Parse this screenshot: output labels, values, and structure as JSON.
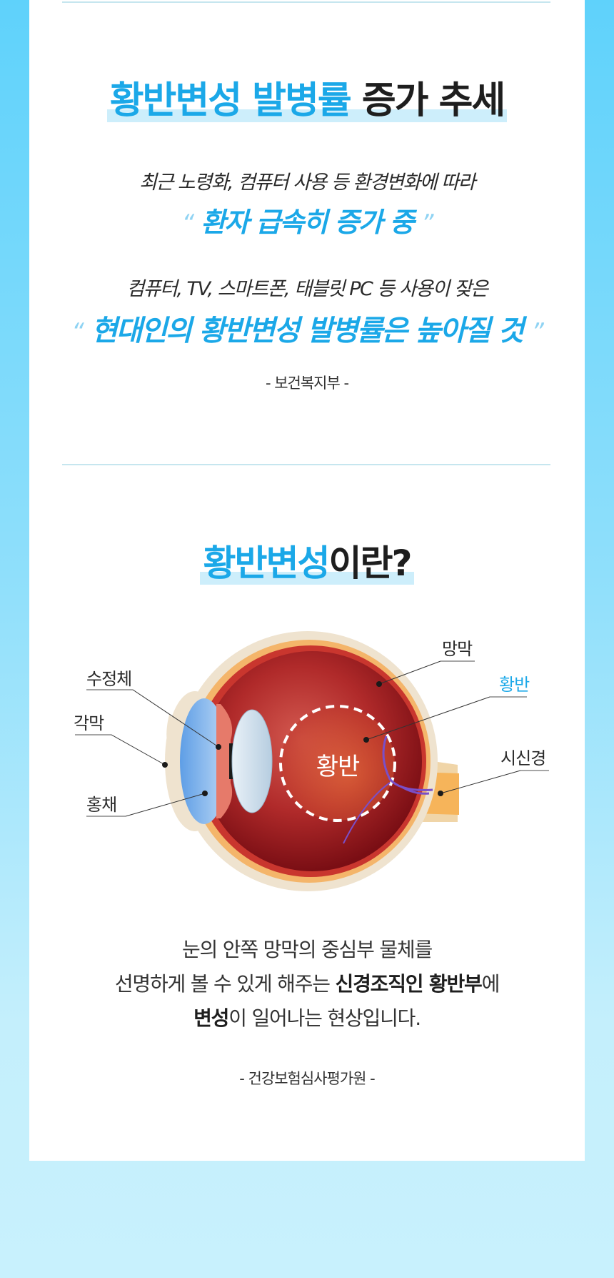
{
  "section1": {
    "title_blue": "황반변성 발병률",
    "title_dark": "증가 추세",
    "line1": "최근 노령화, 컴퓨터 사용 등 환경변화에 따라",
    "quote1": "환자 급속히 증가 중",
    "line2": "컴퓨터, TV, 스마트폰, 태블릿 PC 등 사용이 잦은",
    "quote2": "현대인의 황반변성 발병률은 높아질 것",
    "open_quote": "“",
    "close_quote": "”",
    "source": "- 보건복지부 -"
  },
  "section2": {
    "title_blue": "황반변성",
    "title_dark": "이란?",
    "diagram": {
      "center_label": "황반",
      "labels": {
        "aqueous": "수정체",
        "cornea": "각막",
        "iris": "홍채",
        "retina": "망막",
        "macula": "황반",
        "optic_nerve": "시신경"
      }
    },
    "desc_line1": "눈의 안쪽 망막의 중심부 물체를",
    "desc_line2_pre": "선명하게 볼 수 있게 해주는 ",
    "desc_line2_bold": "신경조직인 황반부",
    "desc_line2_post": "에",
    "desc_line3_bold": "변성",
    "desc_line3_post": "이 일어나는 현상입니다.",
    "source": "- 건강보험심사평가원 -"
  },
  "colors": {
    "accent_blue": "#1ba8e8",
    "highlight": "#cdeefb",
    "divider": "#c6e6ef",
    "bg_top": "#5fd2fb",
    "bg_bottom": "#c8f1fd"
  }
}
